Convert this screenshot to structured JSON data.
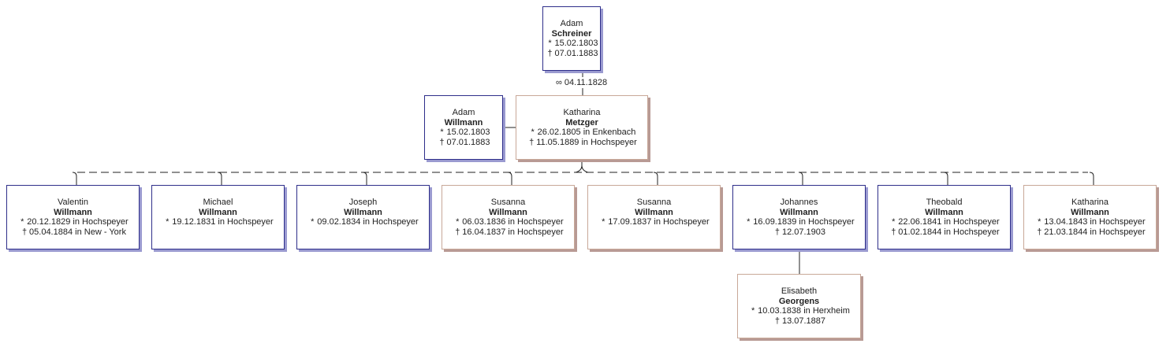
{
  "symbols": {
    "birth": "*",
    "death": "†",
    "marriage": "∞"
  },
  "colors": {
    "male_border": "#2e2e8a",
    "female_border": "#c8a898",
    "line": "#222222"
  },
  "parents": {
    "father": {
      "given": "Adam",
      "surname": "Schreiner",
      "sex": "male",
      "events": [
        {
          "type": "birth",
          "text": "15.02.1803"
        },
        {
          "type": "death",
          "text": "07.01.1883"
        }
      ]
    },
    "marriage_date": "04.11.1828",
    "second_father": {
      "given": "Adam",
      "surname": "Willmann",
      "sex": "male",
      "events": [
        {
          "type": "birth",
          "text": "15.02.1803"
        },
        {
          "type": "death",
          "text": "07.01.1883"
        }
      ]
    },
    "mother": {
      "given": "Katharina",
      "surname": "Metzger",
      "sex": "female",
      "events": [
        {
          "type": "birth",
          "text": "26.02.1805 in Enkenbach"
        },
        {
          "type": "death",
          "text": "11.05.1889 in Hochspeyer"
        }
      ]
    }
  },
  "children": [
    {
      "given": "Valentin",
      "surname": "Willmann",
      "sex": "male",
      "events": [
        {
          "type": "birth",
          "text": "20.12.1829 in Hochspeyer"
        },
        {
          "type": "death",
          "text": "05.04.1884 in New - York"
        }
      ]
    },
    {
      "given": "Michael",
      "surname": "Willmann",
      "sex": "male",
      "events": [
        {
          "type": "birth",
          "text": "19.12.1831 in Hochspeyer"
        }
      ]
    },
    {
      "given": "Joseph",
      "surname": "Willmann",
      "sex": "male",
      "events": [
        {
          "type": "birth",
          "text": "09.02.1834 in Hochspeyer"
        }
      ]
    },
    {
      "given": "Susanna",
      "surname": "Willmann",
      "sex": "female",
      "events": [
        {
          "type": "birth",
          "text": "06.03.1836 in Hochspeyer"
        },
        {
          "type": "death",
          "text": "16.04.1837 in Hochspeyer"
        }
      ]
    },
    {
      "given": "Susanna",
      "surname": "Willmann",
      "sex": "female",
      "events": [
        {
          "type": "birth",
          "text": "17.09.1837 in Hochspeyer"
        }
      ]
    },
    {
      "given": "Johannes",
      "surname": "Willmann",
      "sex": "male",
      "events": [
        {
          "type": "birth",
          "text": "16.09.1839 in Hochspeyer"
        },
        {
          "type": "death",
          "text": "12.07.1903"
        }
      ]
    },
    {
      "given": "Theobald",
      "surname": "Willmann",
      "sex": "male",
      "events": [
        {
          "type": "birth",
          "text": "22.06.1841 in Hochspeyer"
        },
        {
          "type": "death",
          "text": "01.02.1844 in Hochspeyer"
        }
      ]
    },
    {
      "given": "Katharina",
      "surname": "Willmann",
      "sex": "female",
      "events": [
        {
          "type": "birth",
          "text": "13.04.1843 in Hochspeyer"
        },
        {
          "type": "death",
          "text": "21.03.1844 in Hochspeyer"
        }
      ]
    }
  ],
  "spouse_of_johannes": {
    "given": "Elisabeth",
    "surname": "Georgens",
    "sex": "female",
    "events": [
      {
        "type": "birth",
        "text": "10.03.1838 in Herxheim"
      },
      {
        "type": "death",
        "text": "13.07.1887"
      }
    ]
  }
}
